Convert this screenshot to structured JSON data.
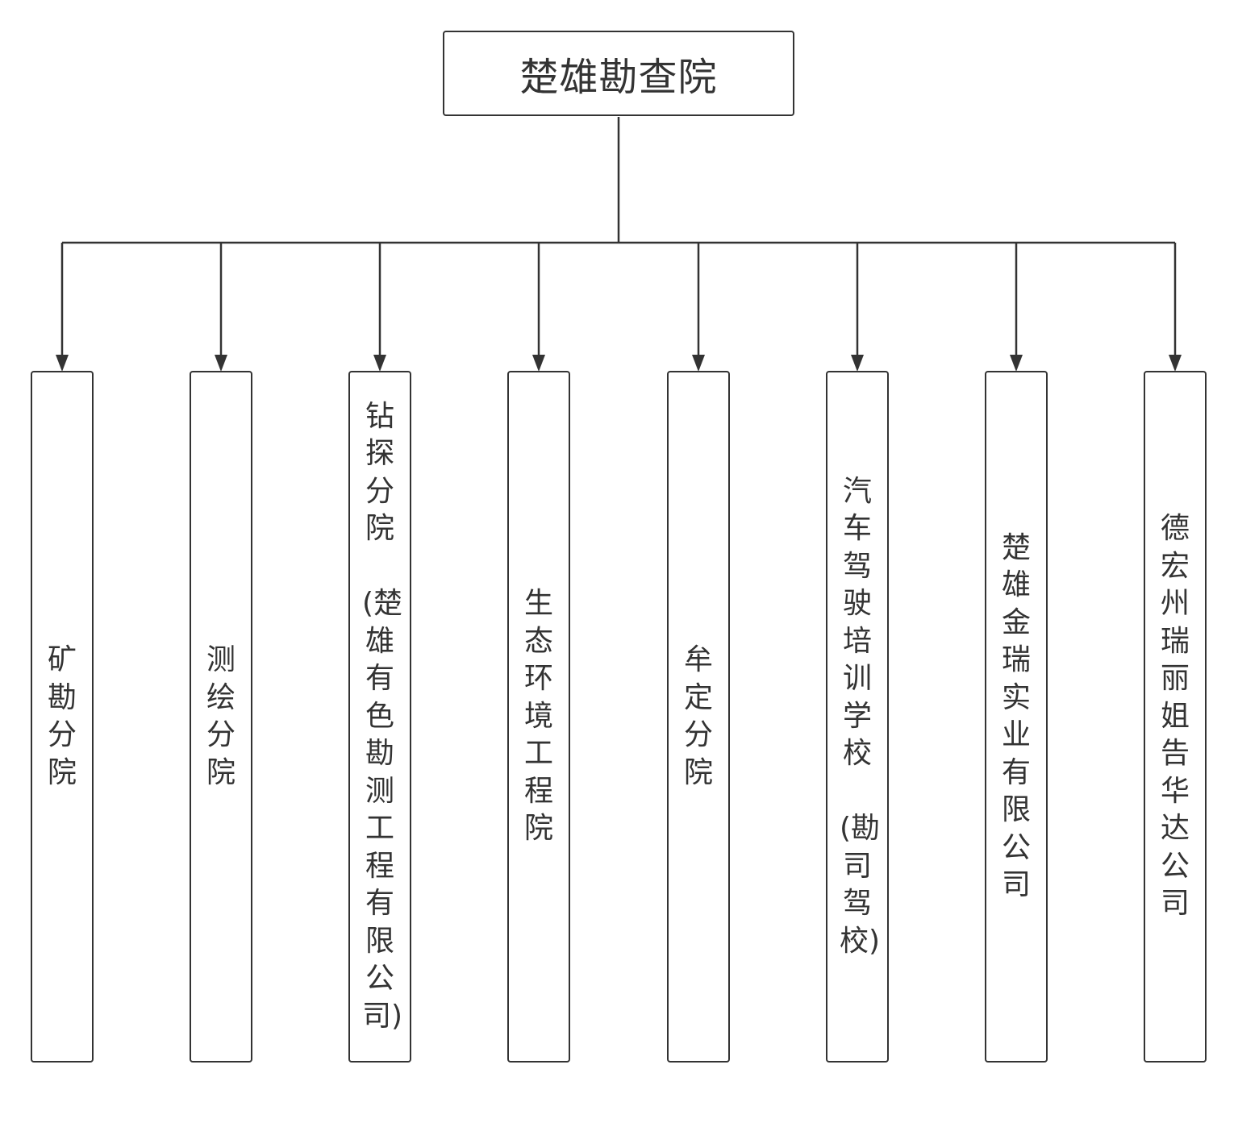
{
  "root": {
    "label": "楚雄勘查院"
  },
  "children": [
    {
      "label": "矿\n勘\n分\n院"
    },
    {
      "label": "测\n绘\n分\n院"
    },
    {
      "label": "钻\n探\n分\n院\n\n(楚\n雄\n有\n色\n勘\n测\n工\n程\n有\n限\n公\n司)"
    },
    {
      "label": "生\n态\n环\n境\n工\n程\n院"
    },
    {
      "label": "牟\n定\n分\n院"
    },
    {
      "label": "汽\n车\n驾\n驶\n培\n训\n学\n校\n\n(勘\n司\n驾\n校)"
    },
    {
      "label": "楚\n雄\n金\n瑞\n实\n业\n有\n限\n公\n司"
    },
    {
      "label": "德\n宏\n州\n瑞\n丽\n姐\n告\n华\n达\n公\n司"
    }
  ],
  "colors": {
    "stroke": "#333333",
    "background": "#ffffff"
  }
}
